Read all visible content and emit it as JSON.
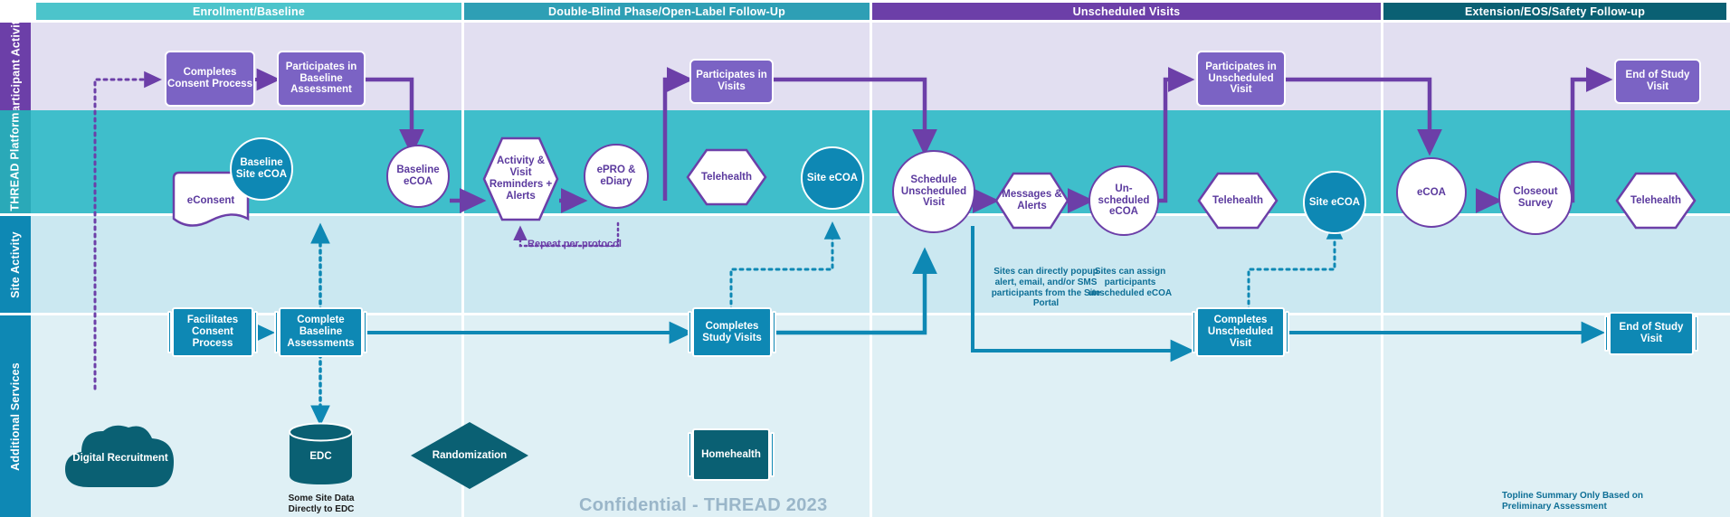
{
  "lanes": [
    {
      "id": "participant",
      "label": "Participant Activity",
      "tab_color": "#6c3fa8",
      "bg": "#e2dff1"
    },
    {
      "id": "platform",
      "label": "THREAD Platform",
      "tab_color": "#2aa9b8",
      "bg": "#3fbecb"
    },
    {
      "id": "site",
      "label": "Site Activity",
      "tab_color": "#0e88b4",
      "bg": "#cbe8f1"
    },
    {
      "id": "additional",
      "label": "Additional Services",
      "tab_color": "#0e88b4",
      "bg": "#dff0f5"
    }
  ],
  "phases": [
    {
      "label": "Enrollment/Baseline",
      "color": "#4cc4cb"
    },
    {
      "label": "Double-Blind Phase/Open-Label Follow-Up",
      "color": "#2e9fb5"
    },
    {
      "label": "Unscheduled Visits",
      "color": "#6c3fa8"
    },
    {
      "label": "Extension/EOS/Safety Follow-up",
      "color": "#0a6073"
    }
  ],
  "participant_nodes": [
    {
      "label": "Completes Consent Process"
    },
    {
      "label": "Participates in Baseline Assessment"
    },
    {
      "label": "Participates in Visits"
    },
    {
      "label": "Participates in Unscheduled Visit"
    },
    {
      "label": "End of Study Visit"
    }
  ],
  "platform_nodes": [
    {
      "label": "eConsent",
      "shape": "document"
    },
    {
      "label": "Baseline Site eCOA",
      "shape": "circle-blue"
    },
    {
      "label": "Baseline eCOA",
      "shape": "circle-white"
    },
    {
      "label": "Activity & Visit Reminders + Alerts",
      "shape": "hexagon"
    },
    {
      "label": "ePRO & eDiary",
      "shape": "circle-white"
    },
    {
      "label": "Telehealth",
      "shape": "hexagon"
    },
    {
      "label": "Site eCOA",
      "shape": "circle-blue"
    },
    {
      "label": "Schedule Unscheduled Visit",
      "shape": "circle-white"
    },
    {
      "label": "Messages & Alerts",
      "shape": "hexagon"
    },
    {
      "label": "Un-scheduled eCOA",
      "shape": "circle-white"
    },
    {
      "label": "Telehealth",
      "shape": "hexagon"
    },
    {
      "label": "Site eCOA",
      "shape": "circle-blue"
    },
    {
      "label": "eCOA",
      "shape": "circle-white"
    },
    {
      "label": "Closeout Survey",
      "shape": "circle-white"
    },
    {
      "label": "Telehealth",
      "shape": "hexagon"
    }
  ],
  "site_nodes": [
    {
      "label": "Facilitates Consent Process"
    },
    {
      "label": "Complete Baseline Assessments"
    },
    {
      "label": "Completes Study Visits"
    },
    {
      "label": "Completes Unscheduled Visit"
    },
    {
      "label": "End of Study Visit"
    }
  ],
  "additional_nodes": [
    {
      "label": "Digital Recruitment",
      "shape": "cloud"
    },
    {
      "label": "EDC",
      "shape": "cylinder"
    },
    {
      "label": "Randomization",
      "shape": "diamond"
    },
    {
      "label": "Homehealth",
      "shape": "box"
    }
  ],
  "notes": {
    "repeat_per_protocol": "Repeat per protocol",
    "site_popup": "Sites can directly popup alert, email, and/or SMS participants from the Site Portal",
    "site_assign": "Sites can assign participants unscheduled eCOA",
    "edc_caption": "Some Site Data Directly to EDC",
    "topline": "Topline Summary Only Based on Preliminary Assessment",
    "watermark": "Confidential - THREAD 2023"
  },
  "colors": {
    "purple": "#6c3fa8",
    "purple_light": "#7b63c4",
    "teal": "#3fbecb",
    "teal_dark": "#0e88b4",
    "teal_deep": "#0a6073",
    "lane_participant_bg": "#e2dff1",
    "lane_site_bg": "#cbe8f1",
    "lane_add_bg": "#dff0f5"
  }
}
